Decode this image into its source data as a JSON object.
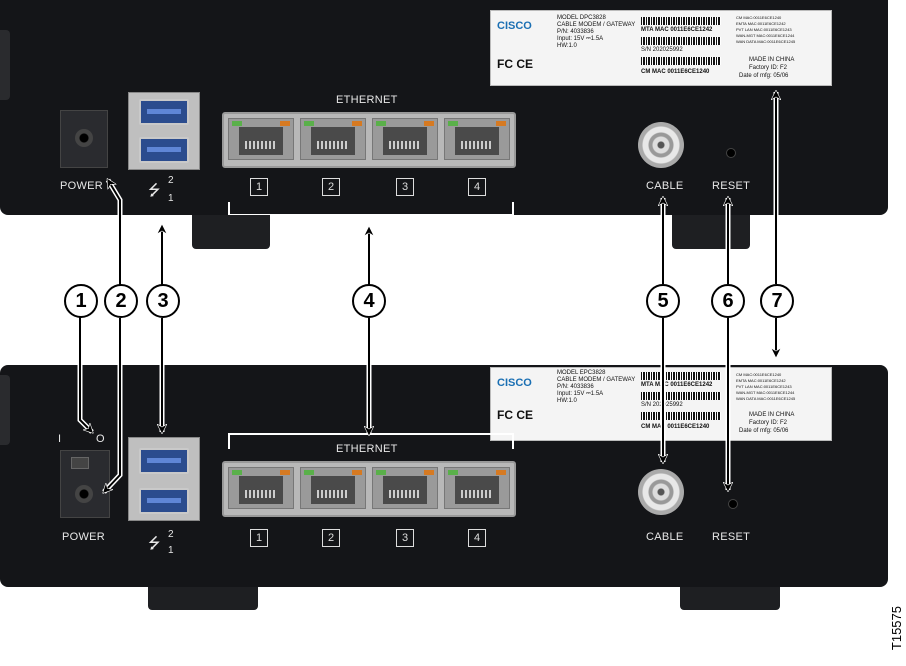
{
  "top_device": {
    "label": {
      "model": "MODEL DPC3828",
      "product": "CABLE MODEM / GATEWAY",
      "pn": "P/N: 4033836",
      "input": "Input: 15V ⎓1.5A",
      "hw": "HW:1.0",
      "mta_mac": "MTA MAC 0011E6CE1242",
      "sn": "S/N 202025992",
      "cm_mac": "CM MAC 0011E6CE1240",
      "mac_list": [
        "CM MAC:0011E6CE1240",
        "EMTA MAC:0011E6CE1242",
        "PVT LAN MAC:0011E6CE1243",
        "WAN-MGT MAC:0011E6CE1244",
        "WAN DATA MAC:0011E6CE1245"
      ],
      "made_in": "MADE IN CHINA",
      "factory": "Factory ID: F2",
      "date": "Date of mfg: 05/06",
      "brand": "CISCO",
      "certs": "FC CE"
    },
    "power_label": "POWER",
    "usb_nums": [
      "2",
      "1"
    ],
    "ethernet_label": "ETHERNET",
    "ports": [
      "1",
      "2",
      "3",
      "4"
    ],
    "cable_label": "CABLE",
    "reset_label": "RESET"
  },
  "bottom_device": {
    "label": {
      "model": "MODEL EPC3828",
      "product": "CABLE MODEM / GATEWAY",
      "pn": "P/N: 4033836",
      "input": "Input: 15V ⎓1.5A",
      "hw": "HW:1.0",
      "mta_mac": "MTA MAC 0011E6CE1242",
      "sn": "S/N 202025992",
      "cm_mac": "CM MAC 0011E6CE1240",
      "mac_list": [
        "CM MAC:0011E6CE1240",
        "EMTA MAC:0011E6CE1242",
        "PVT LAN MAC:0011E6CE1243",
        "WAN-MGT MAC:0011E6CE1244",
        "WAN DATA MAC:0011E6CE1245"
      ],
      "made_in": "MADE IN CHINA",
      "factory": "Factory ID: F2",
      "date": "Date of mfg: 05/06",
      "brand": "CISCO",
      "certs": "FC CE"
    },
    "switch_on": "I",
    "switch_off": "O",
    "power_label": "POWER",
    "usb_nums": [
      "2",
      "1"
    ],
    "ethernet_label": "ETHERNET",
    "ports": [
      "1",
      "2",
      "3",
      "4"
    ],
    "cable_label": "CABLE",
    "reset_label": "RESET"
  },
  "callouts": [
    "1",
    "2",
    "3",
    "4",
    "5",
    "6",
    "7"
  ],
  "figure_id": "T15575"
}
